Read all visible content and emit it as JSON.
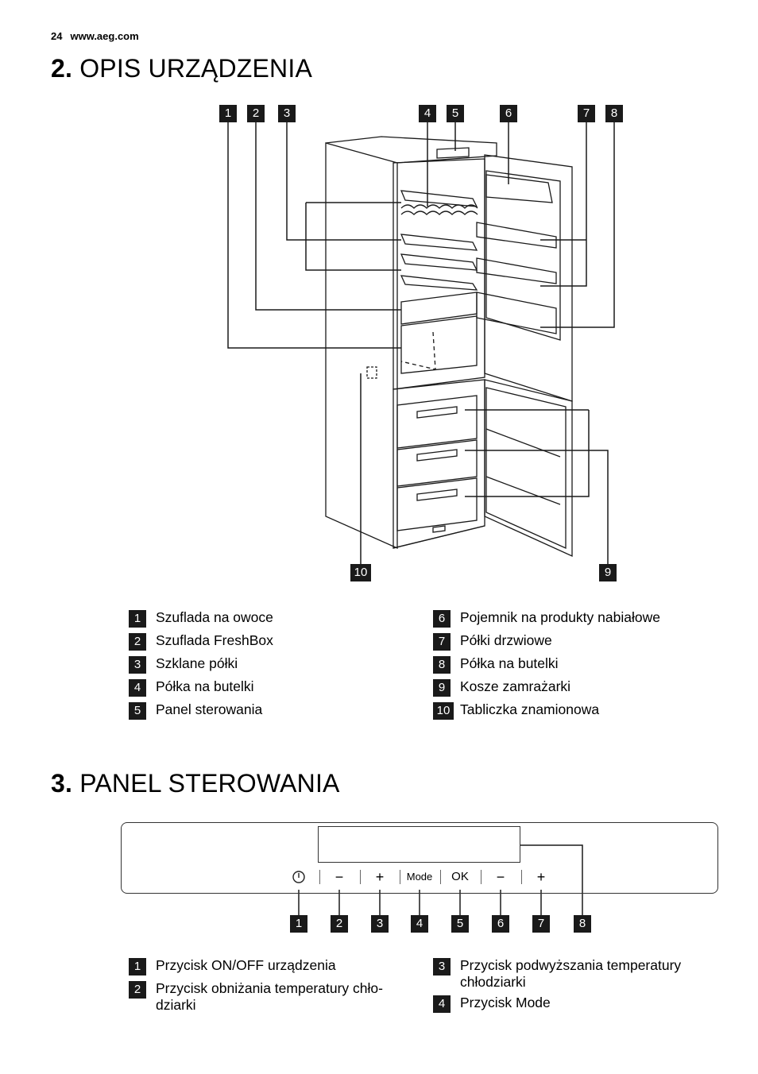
{
  "header": {
    "page_number": "24",
    "url": "www.aeg.com"
  },
  "section2": {
    "number": "2.",
    "title": "OPIS URZĄDZENIA",
    "figure_callouts": [
      "1",
      "2",
      "3",
      "4",
      "5",
      "6",
      "7",
      "8",
      "9",
      "10"
    ],
    "legend_left": [
      {
        "n": "1",
        "text": "Szuflada na owoce"
      },
      {
        "n": "2",
        "text": "Szuflada FreshBox"
      },
      {
        "n": "3",
        "text": "Szklane półki"
      },
      {
        "n": "4",
        "text": "Półka na butelki"
      },
      {
        "n": "5",
        "text": "Panel sterowania"
      }
    ],
    "legend_right": [
      {
        "n": "6",
        "text": "Pojemnik na produkty nabiałowe"
      },
      {
        "n": "7",
        "text": "Półki drzwiowe"
      },
      {
        "n": "8",
        "text": "Półka na butelki"
      },
      {
        "n": "9",
        "text": "Kosze zamrażarki"
      },
      {
        "n": "10",
        "text": "Tabliczka znamionowa"
      }
    ]
  },
  "section3": {
    "number": "3.",
    "title": "PANEL STEROWANIA",
    "panel_buttons": [
      "−",
      "+",
      "Mode",
      "OK",
      "−",
      "+"
    ],
    "panel_callouts": [
      "1",
      "2",
      "3",
      "4",
      "5",
      "6",
      "7",
      "8"
    ],
    "legend_left": [
      {
        "n": "1",
        "text": "Przycisk ON/OFF urządzenia"
      },
      {
        "n": "2",
        "text": "Przycisk obniżania temperatury chło-dziarki"
      }
    ],
    "legend_right": [
      {
        "n": "3",
        "text": "Przycisk podwyższania temperatury chłodziarki"
      },
      {
        "n": "4",
        "text": "Przycisk Mode"
      }
    ]
  }
}
